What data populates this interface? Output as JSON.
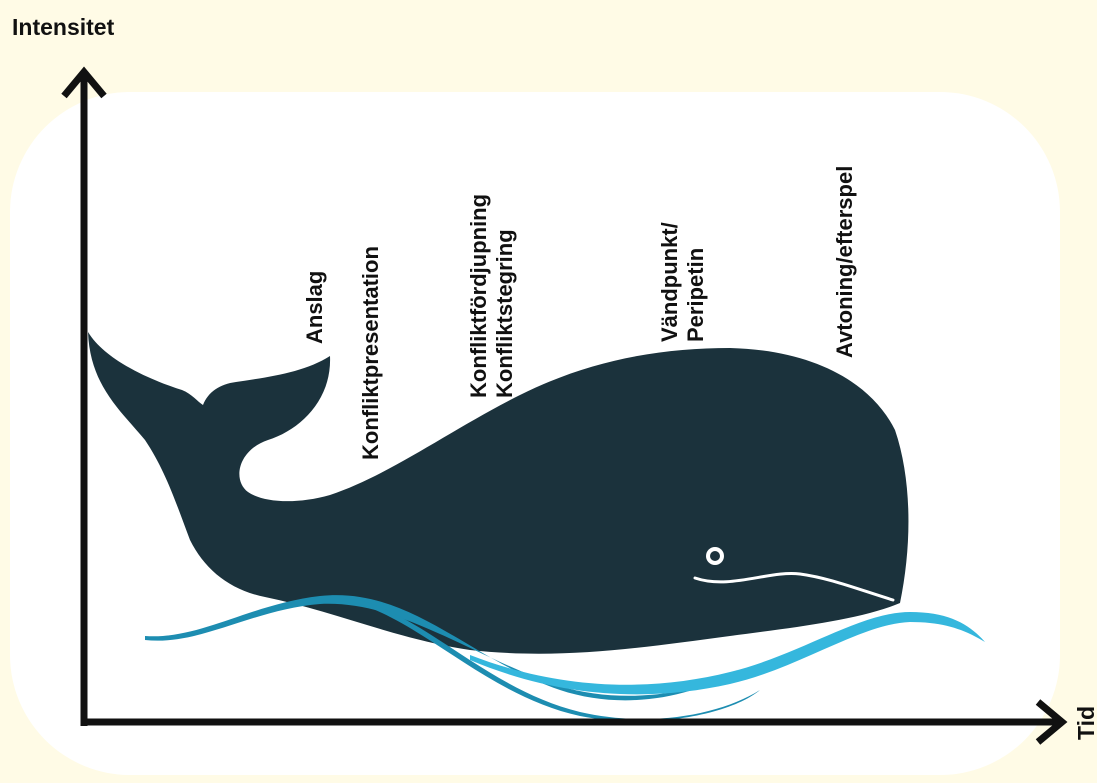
{
  "axes": {
    "y_label": "Intensitet",
    "x_label": "Tid"
  },
  "stages": [
    {
      "lines": [
        "Anslag"
      ]
    },
    {
      "lines": [
        "Konfliktpresentation"
      ]
    },
    {
      "lines": [
        "Konfliktfördjupning",
        "Konfliktstegring"
      ]
    },
    {
      "lines": [
        "Vändpunkt/",
        "Peripetin"
      ]
    },
    {
      "lines": [
        "Avtoning/efterspel"
      ]
    }
  ],
  "colors": {
    "page_background": "#fffbe6",
    "panel": "#ffffff",
    "whale": "#1b323c",
    "wave_dark": "#1d8db1",
    "wave_light": "#35b7dd",
    "axis": "#111111"
  }
}
